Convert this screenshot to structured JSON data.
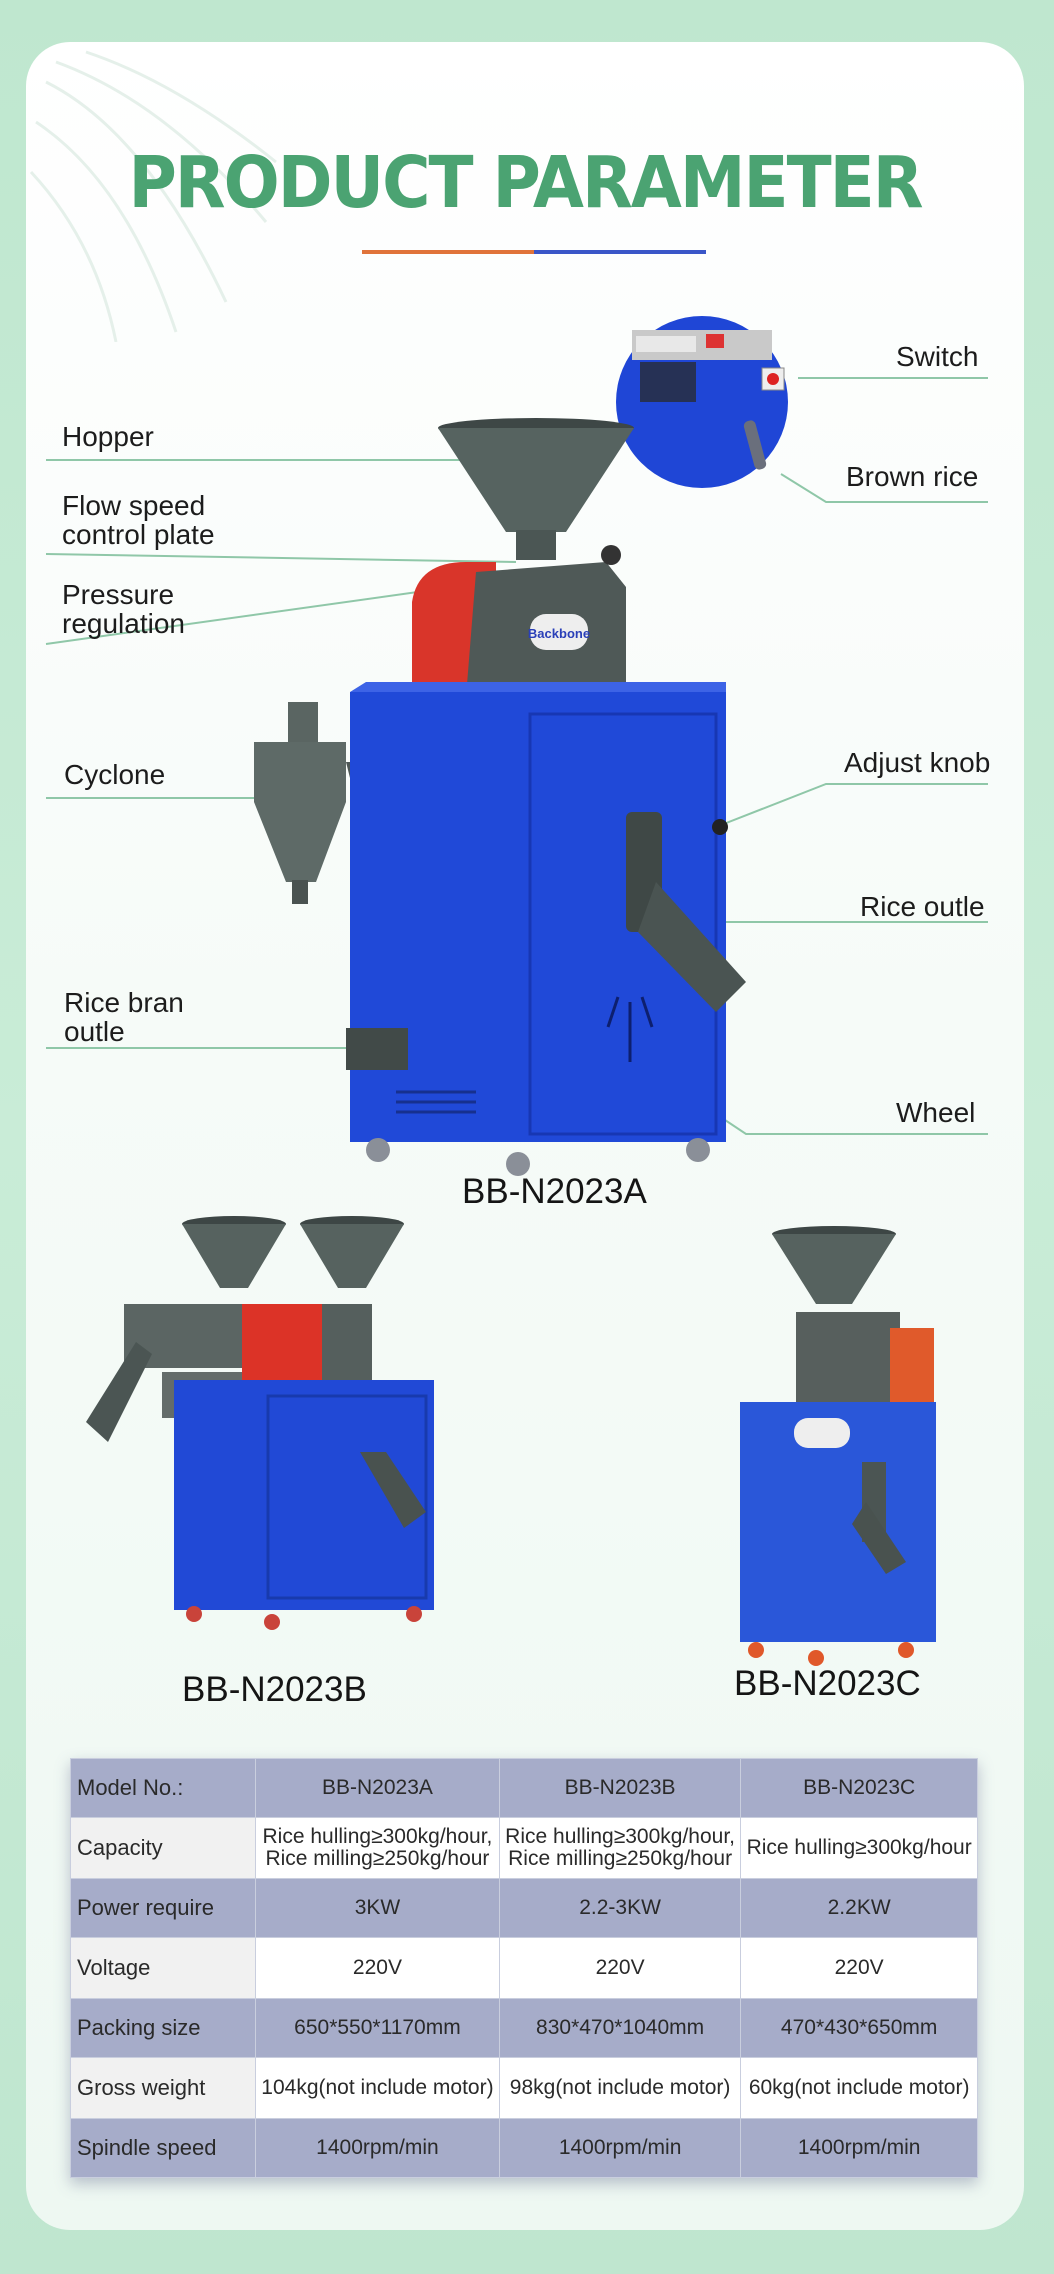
{
  "title": "PRODUCT PARAMETER",
  "callouts": {
    "switch": "Switch",
    "brown_rice": "Brown rice",
    "hopper": "Hopper",
    "flow_speed_line1": "Flow speed",
    "flow_speed_line2": "control plate",
    "pressure_line1": "Pressure",
    "pressure_line2": "regulation",
    "cyclone": "Cyclone",
    "adjust_knob": "Adjust knob",
    "rice_outle": "Rice outle",
    "rice_bran_line1": "Rice bran",
    "rice_bran_line2": "outle",
    "wheel": "Wheel"
  },
  "brand": "Backbone",
  "models": {
    "a": "BB-N2023A",
    "b": "BB-N2023B",
    "c": "BB-N2023C"
  },
  "table": {
    "header": [
      "Model No.:",
      "BB-N2023A",
      "BB-N2023B",
      "BB-N2023C"
    ],
    "rows": [
      {
        "label": "Capacity",
        "a": [
          "Rice hulling≥300kg/hour,",
          "Rice milling≥250kg/hour"
        ],
        "b": [
          "Rice hulling≥300kg/hour,",
          "Rice milling≥250kg/hour"
        ],
        "c": "Rice hulling≥300kg/hour"
      },
      {
        "label": "Power require",
        "a": "3KW",
        "b": "2.2-3KW",
        "c": "2.2KW"
      },
      {
        "label": "Voltage",
        "a": "220V",
        "b": "220V",
        "c": "220V"
      },
      {
        "label": "Packing size",
        "a": "650*550*1170mm",
        "b": "830*470*1040mm",
        "c": "470*430*650mm"
      },
      {
        "label": "Gross weight",
        "a": "104kg(not include motor)",
        "b": "98kg(not include motor)",
        "c": "60kg(not include motor)"
      },
      {
        "label": "Spindle speed",
        "a": "1400rpm/min",
        "b": "1400rpm/min",
        "c": "1400rpm/min"
      }
    ]
  },
  "colors": {
    "title_green": "#4ba372",
    "machine_blue": "#1c3fd0",
    "hopper_gray": "#4e5a57",
    "red_cover": "#d8352c",
    "table_dark_row": "#a6acc9"
  }
}
